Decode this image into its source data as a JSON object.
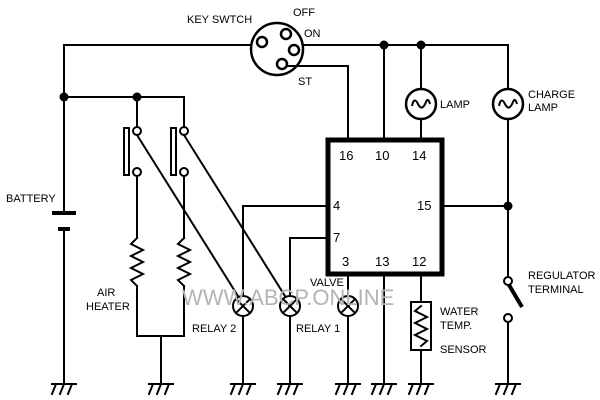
{
  "labels": {
    "key_switch": "KEY SWTCH",
    "off": "OFF",
    "on": "ON",
    "st": "ST",
    "lamp": "LAMP",
    "charge_lamp_1": "CHARGE",
    "charge_lamp_2": "LAMP",
    "battery": "BATTERY",
    "air_heater_1": "AIR",
    "air_heater_2": "HEATER",
    "relay_2": "RELAY 2",
    "relay_1": "RELAY 1",
    "valve": "VALVE",
    "water_temp_1": "WATER",
    "water_temp_2": "TEMP.",
    "water_temp_3": "SENSOR",
    "regulator_1": "REGULATOR",
    "regulator_2": "TERMINAL"
  },
  "pins": {
    "p16": "16",
    "p10": "10",
    "p14": "14",
    "p4": "4",
    "p15": "15",
    "p7": "7",
    "p3": "3",
    "p13": "13",
    "p12": "12"
  },
  "watermark": "WWW.ABCP.ONLINE"
}
